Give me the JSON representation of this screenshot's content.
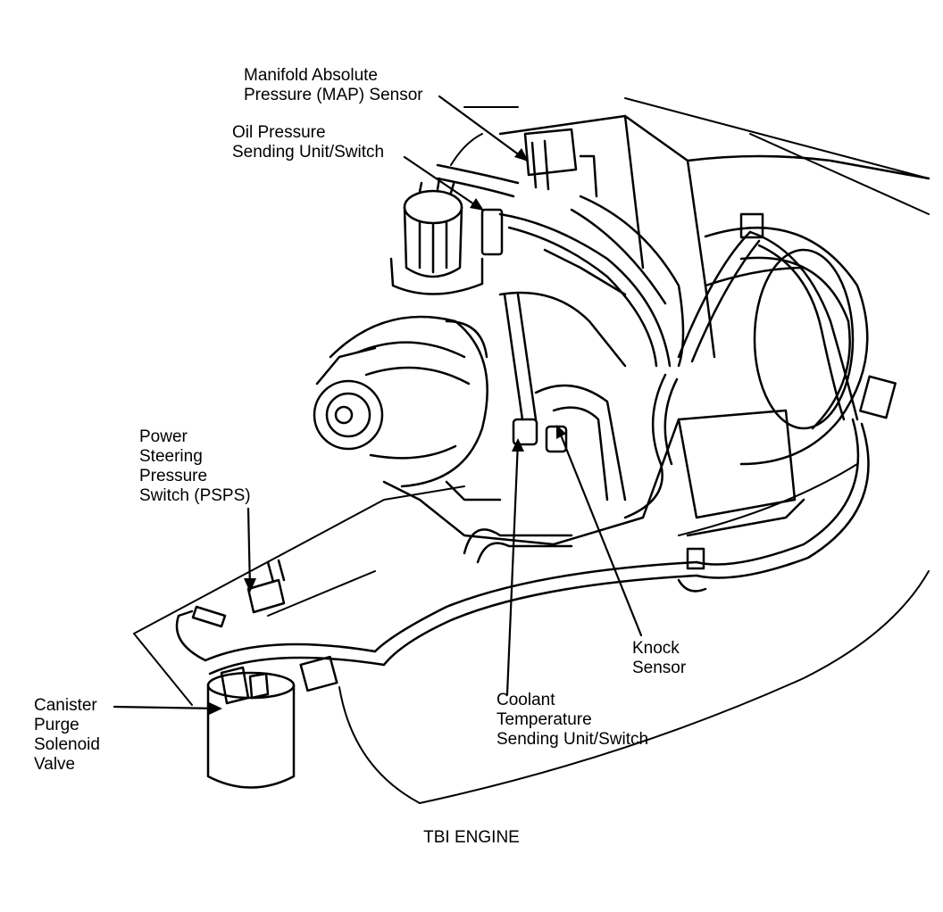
{
  "caption": "TBI ENGINE",
  "colors": {
    "ink": "#000000",
    "paper": "#ffffff"
  },
  "labels": {
    "map_sensor": [
      "Manifold Absolute",
      "Pressure (MAP) Sensor"
    ],
    "oil_pressure": [
      "Oil Pressure",
      "Sending Unit/Switch"
    ],
    "psps": [
      "Power",
      "Steering",
      "Pressure",
      "Switch (PSPS)"
    ],
    "canister": [
      "Canister",
      "Purge",
      "Solenoid",
      "Valve"
    ],
    "knock": [
      "Knock",
      "Sensor"
    ],
    "coolant": [
      "Coolant",
      "Temperature",
      "Sending Unit/Switch"
    ]
  }
}
